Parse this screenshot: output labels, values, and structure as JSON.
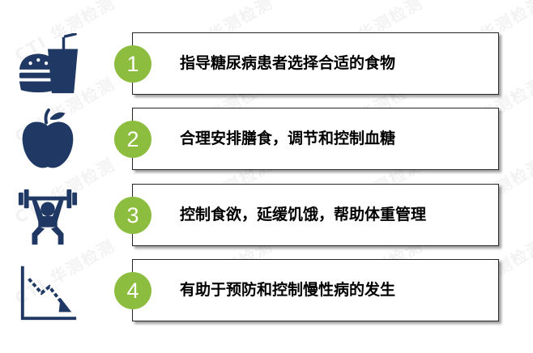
{
  "watermark": {
    "text": "CTI 华测检测"
  },
  "colors": {
    "icon": "#1f3864",
    "badge": "#8dbd3e",
    "card_border": "#262626"
  },
  "items": [
    {
      "number": "1",
      "label": "指导糖尿病患者选择合适的食物",
      "icon": "fast-food-icon"
    },
    {
      "number": "2",
      "label": "合理安排膳食，调节和控制血糖",
      "icon": "apple-icon"
    },
    {
      "number": "3",
      "label": "控制食欲，延缓饥饿，帮助体重管理",
      "icon": "weightlifter-icon"
    },
    {
      "number": "4",
      "label": "有助于预防和控制慢性病的发生",
      "icon": "declining-chart-icon"
    }
  ]
}
